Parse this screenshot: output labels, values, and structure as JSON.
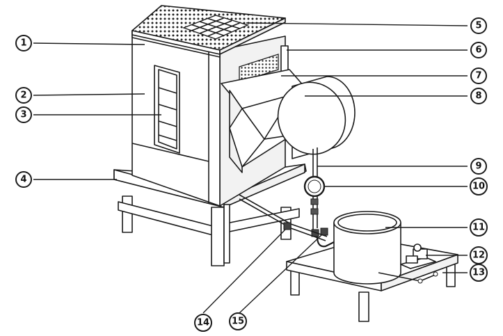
{
  "callouts": [
    {
      "id": "1",
      "label": "1"
    },
    {
      "id": "2",
      "label": "2"
    },
    {
      "id": "3",
      "label": "3"
    },
    {
      "id": "4",
      "label": "4"
    },
    {
      "id": "5",
      "label": "5"
    },
    {
      "id": "6",
      "label": "6"
    },
    {
      "id": "7",
      "label": "7"
    },
    {
      "id": "8",
      "label": "8"
    },
    {
      "id": "9",
      "label": "9"
    },
    {
      "id": "10",
      "label": "10"
    },
    {
      "id": "11",
      "label": "11"
    },
    {
      "id": "12",
      "label": "12"
    },
    {
      "id": "13",
      "label": "13"
    },
    {
      "id": "14",
      "label": "14"
    },
    {
      "id": "15",
      "label": "15"
    }
  ],
  "colors": {
    "line": "#1a1a1a",
    "fill": "#ffffff",
    "shade": "#dcdcdc"
  }
}
